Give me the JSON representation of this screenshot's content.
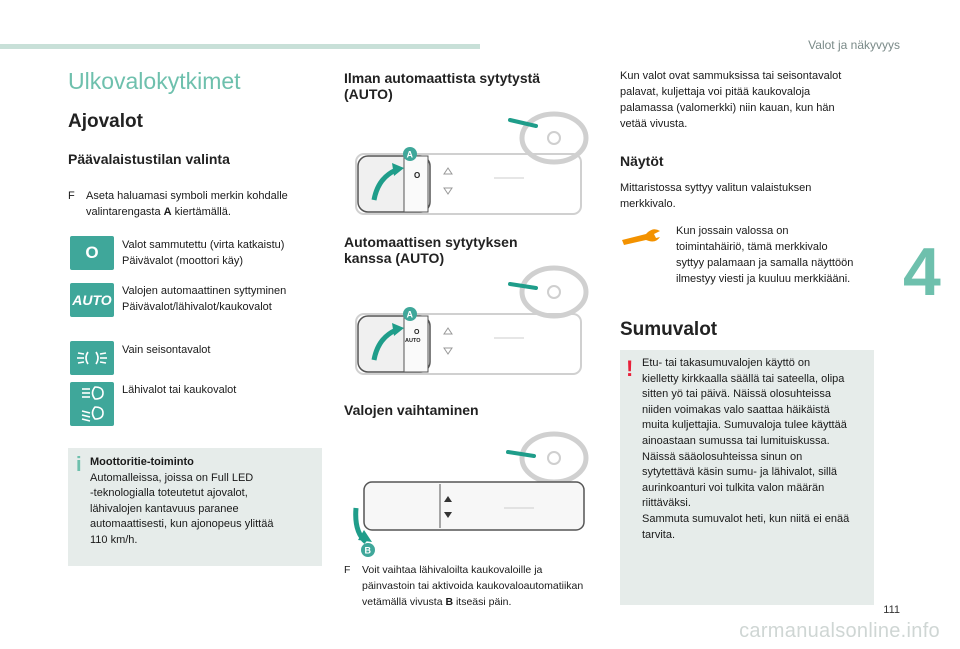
{
  "header": {
    "section_title": "Valot ja näkyvyys",
    "chapter_number": "4",
    "page_number": "111",
    "watermark": "carmanualsonline.info"
  },
  "col1": {
    "title": "Ulkovalokytkimet",
    "h_ajovalot": "Ajovalot",
    "h_selection": "Päävalaistustilan valinta",
    "bullet_mark": "F",
    "bullet_line1_a": "Aseta haluamasi symboli merkin kohdalle",
    "bullet_line2_a": "valintarengasta ",
    "bullet_line2_bold": "A",
    "bullet_line2_b": " kiertämällä.",
    "rows": [
      {
        "icon": "off-zero-icon",
        "label": "O",
        "line1": "Valot sammutettu (virta katkaistu)",
        "line2": "Päivävalot (moottori käy)"
      },
      {
        "icon": "auto-icon",
        "label": "AUTO",
        "line1": "Valojen automaattinen syttyminen",
        "line2": "Päivävalot/lähivalot/kaukovalot"
      },
      {
        "icon": "parking-lights-icon",
        "line1": "Vain seisontavalot",
        "line2": ""
      },
      {
        "icon": "low-high-beam-icon",
        "line1": "Lähivalot tai kaukovalot",
        "line2": ""
      }
    ],
    "info": {
      "mark": "i",
      "title": "Moottoritie-toiminto",
      "lines": [
        "Automalleissa, joissa on Full LED",
        "-teknologialla toteutetut ajovalot,",
        "lähivalojen kantavuus paranee",
        "automaattisesti, kun ajonopeus ylittää",
        "110 km/h."
      ]
    }
  },
  "col2": {
    "h_no_auto_1": "Ilman automaattista sytytystä",
    "h_no_auto_2": "(AUTO)",
    "h_auto_1": "Automaattisen sytytyksen",
    "h_auto_2": "kanssa (AUTO)",
    "h_switch": "Valojen vaihtaminen",
    "label_a": "A",
    "label_b": "B",
    "switch_o": "O",
    "switch_auto": "AUTO",
    "bullet_mark": "F",
    "bullet_line1": "Voit vaihtaa lähivaloilta kaukovaloille ja",
    "bullet_line2": "päinvastoin tai aktivoida kaukovaloautomatiikan",
    "bullet_line3_a": "vetämällä vivusta ",
    "bullet_line3_bold": "B",
    "bullet_line3_b": " itseäsi päin."
  },
  "col3": {
    "intro": [
      "Kun valot ovat sammuksissa tai seisontavalot",
      "palavat, kuljettaja voi pitää kaukovaloja",
      "palamassa (valomerkki) niin kauan, kun hän",
      "vetää vivusta."
    ],
    "h_naytot": "Näytöt",
    "naytot_text": [
      "Mittaristossa syttyy valitun valaistuksen",
      "merkkivalo."
    ],
    "wrench_text": [
      "Kun jossain valossa on",
      "toimintahäiriö, tämä merkkivalo",
      "syttyy palamaan ja samalla näyttöön",
      "ilmestyy viesti ja kuuluu merkkiääni."
    ],
    "h_sumuvalot": "Sumuvalot",
    "warn_mark": "!",
    "warn_lines": [
      "Etu- tai takasumuvalojen käyttö on",
      "kielletty kirkkaalla säällä tai sateella, olipa",
      "sitten yö tai päivä. Näissä olosuhteissa",
      "niiden voimakas valo saattaa häikäistä",
      "muita kuljettajia. Sumuvaloja tulee käyttää",
      "ainoastaan sumussa tai lumituiskussa.",
      "Näissä sääolosuhteissa sinun on",
      "sytytettävä käsin sumu- ja lähivalot, sillä",
      "aurinkoanturi voi tulkita valon määrän",
      "riittäväksi.",
      "Sammuta sumuvalot heti, kun niitä ei enää",
      "tarvita."
    ]
  },
  "colors": {
    "accent": "#6ec0ad",
    "icon_bg": "#3fa79a",
    "warning": "#e8203a",
    "box_bg": "#e6ecea"
  }
}
